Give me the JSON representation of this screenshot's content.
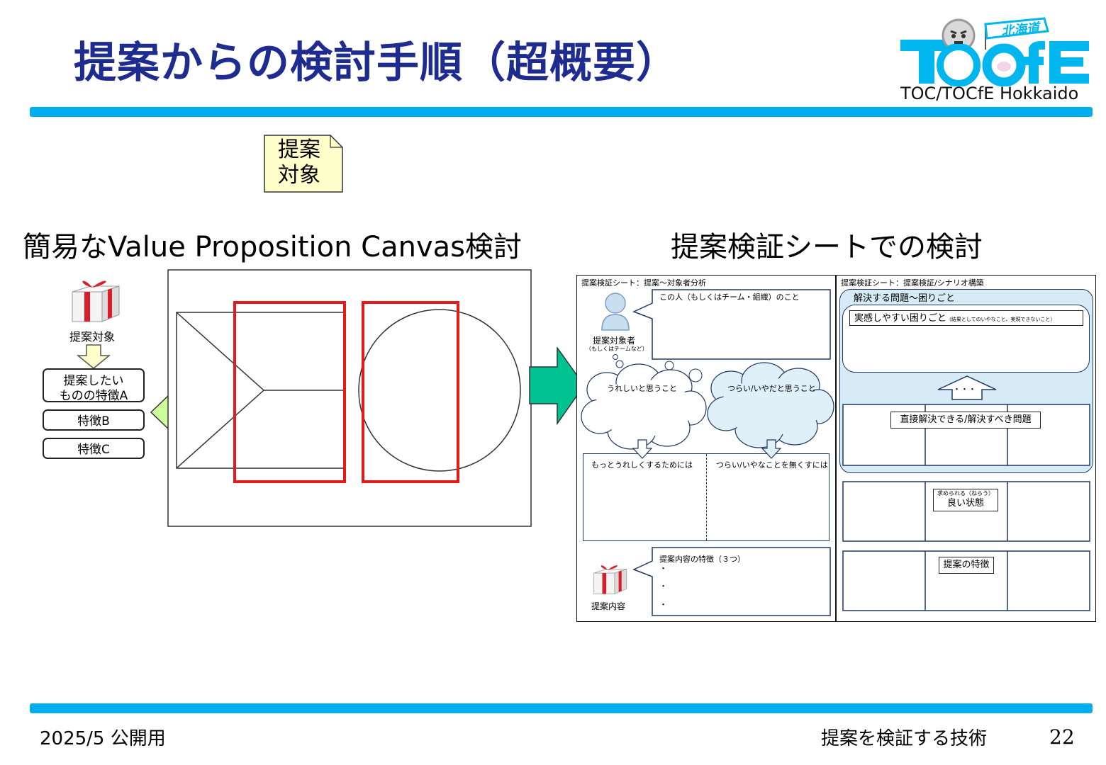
{
  "slide": {
    "title": "提案からの検討手順（超概要）",
    "logo_badge": "北海道",
    "logo_caption": "TOC/TOCfE Hokkaido",
    "target_note": "提案\n対象",
    "left_heading": "簡易なValue Proposition Canvas検討",
    "right_heading": "提案検証シートでの検討",
    "footer_left": "2025/5 公開用",
    "footer_right": "提案を検証する技術",
    "page_number": "22"
  },
  "vpc": {
    "gift_label": "提案対象",
    "features": [
      "提案したい\nものの特徴A",
      "特徴B",
      "特徴C"
    ]
  },
  "sheet_left": {
    "header": "提案検証シート：提案～対象者分析",
    "person_bubble": "この人（もしくはチーム・組織）のこと",
    "person_label": "提案対象者",
    "person_sub": "（もしくはチームなど）",
    "cloud_happy": "うれしいと思うこと",
    "cloud_pain": "つらい/いやだと思うこと",
    "col_happy": "もっとうれしくするためには",
    "col_pain": "つらい/いやなことを無くすには",
    "features_title": "提案内容の特徴（３つ）",
    "bullets": [
      "・",
      "・",
      "・"
    ],
    "gift_label": "提案内容"
  },
  "sheet_right": {
    "header": "提案検証シート：提案検証/シナリオ構築",
    "problem_title": "解決する問題～困りごと",
    "pain_title": "実感しやすい困りごと",
    "pain_note": "（結果としてのいやなこと、実現できないこと）",
    "arrow_dots": "・・・",
    "direct_problem": "直接解決できる/解決すべき問題",
    "good_state_note": "求められる（ねらう）",
    "good_state": "良い状態",
    "proposal_features": "提案の特徴"
  },
  "colors": {
    "title": "#1f2c8f",
    "accent_bar": "#00adef",
    "logo_cyan": "#00b6ef",
    "canvas_highlight": "#e31b1b",
    "arrow_green": "#00c392",
    "double_arrow": "#ccff99",
    "note_fill": "#ffffcc",
    "sheet_panel": "#d6ebf5",
    "sheet_border": "#1f3864"
  }
}
